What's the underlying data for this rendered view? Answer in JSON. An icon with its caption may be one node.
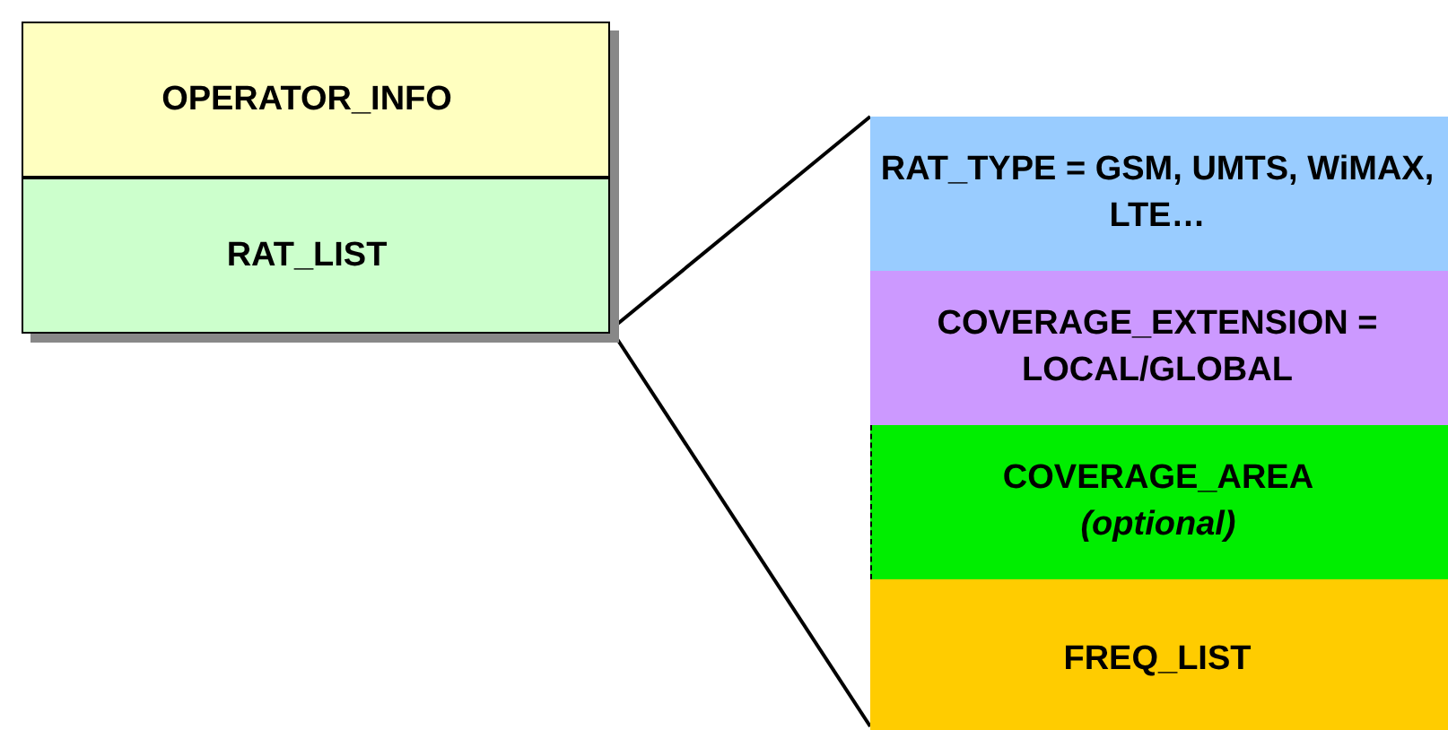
{
  "diagram": {
    "nodes": [
      {
        "text": [
          "OPERATOR_INFO"
        ]
      },
      {
        "text": [
          "RAT_LIST"
        ]
      },
      {
        "text": [
          "RAT_TYPE = GSM, UMTS, WiMAX, LTE…"
        ]
      },
      {
        "text": [
          "COVERAGE_EXTENSION = LOCAL/GLOBAL"
        ]
      },
      {
        "text": [
          "COVERAGE_AREA",
          "(optional)"
        ]
      },
      {
        "text": [
          "FREQ_LIST"
        ]
      }
    ],
    "edges": [
      {
        "from": 1,
        "to": 2,
        "arrow": "none"
      },
      {
        "from": 1,
        "to": 5,
        "arrow": "none"
      }
    ]
  }
}
